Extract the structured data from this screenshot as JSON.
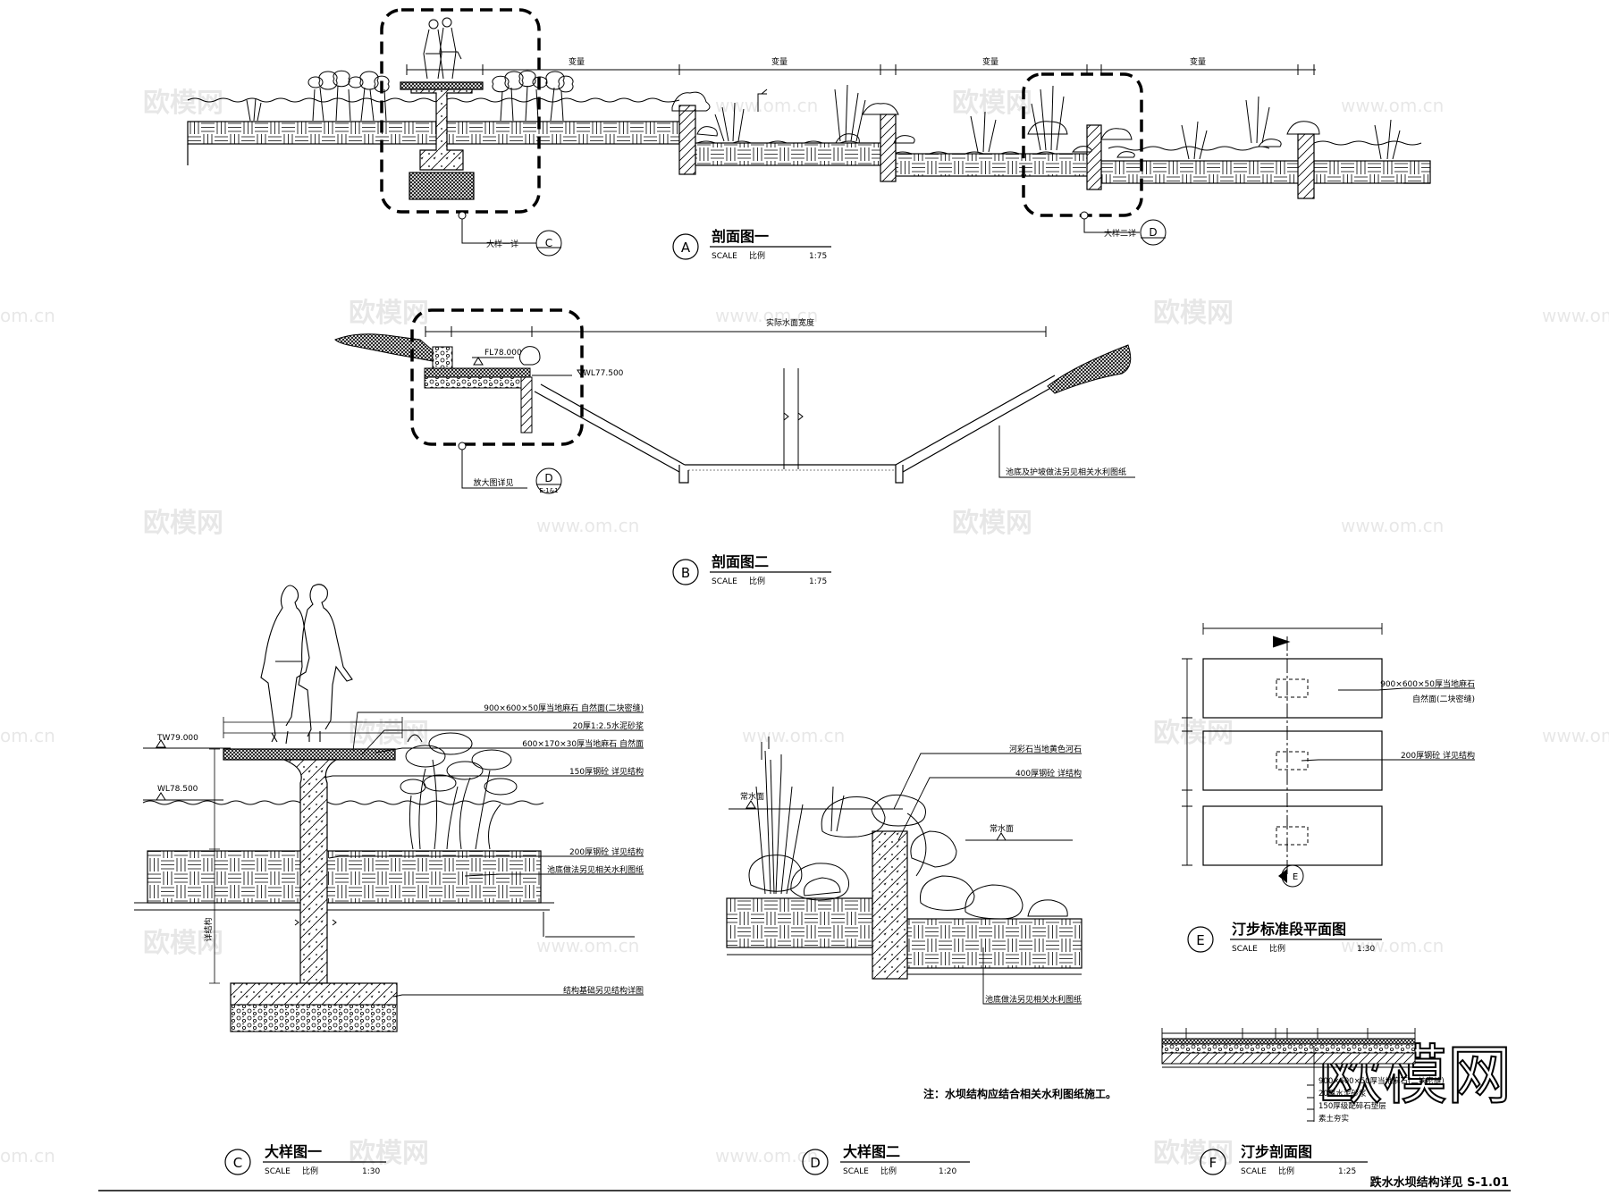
{
  "drawing": {
    "sheet_title": "跌水水坝结构详见 S-1.01",
    "general_note": "注：水坝结构应结合相关水利图纸施工。",
    "scale_word": "SCALE",
    "scale_cn": "比例"
  },
  "watermarks": {
    "brand": "欧模网",
    "url": "www.om.cn",
    "url_partial": "om.cn"
  },
  "sections": {
    "A": {
      "letter": "A",
      "title": "剖面图一",
      "scale": "1:75",
      "span_label": "变量",
      "callout_c": {
        "text": "大样一详",
        "letter": "C"
      },
      "callout_d": {
        "text": "大样二详",
        "letter": "D"
      }
    },
    "B": {
      "letter": "B",
      "title": "剖面图二",
      "scale": "1:75",
      "width_label": "实际水面宽度",
      "fl": "FL78.000",
      "wl": "WL77.500",
      "callout_text": "放大图详见",
      "callout_letter": "D",
      "callout_sheet": "E-1&1",
      "note": "池底及护坡做法另见相关水利图纸"
    },
    "C": {
      "letter": "C",
      "title": "大样图一",
      "scale": "1:30",
      "tw": "TW79.000",
      "wl": "WL78.500",
      "vertical_label": "详结构",
      "notes": [
        "900×600×50厚当地麻石 自然面(二块密缝)",
        "20厚1:2.5水泥砂浆",
        "600×170×30厚当地麻石 自然面",
        "150厚钢砼 详见结构",
        "200厚钢砼 详见结构",
        "池底做法另见相关水利图纸",
        "结构基础另见结构详图"
      ]
    },
    "D": {
      "letter": "D",
      "title": "大样图二",
      "scale": "1:20",
      "water_label": "常水面",
      "notes": [
        "河彩石当地黄色河石",
        "400厚钢砼 详结构",
        "池底做法另见相关水利图纸"
      ]
    },
    "E": {
      "letter": "E",
      "title": "汀步标准段平面图",
      "scale": "1:30",
      "notes": [
        "900×600×50厚当地麻石",
        "自然面(二块密缝)",
        "200厚钢砼 详见结构"
      ]
    },
    "F": {
      "letter": "F",
      "title": "汀步剖面图",
      "scale": "1:25",
      "notes": [
        "900×600×50厚当地麻石(二块密缝)",
        "20厚水泥砂浆",
        "150厚级配碎石垫层",
        "素土夯实"
      ]
    }
  }
}
